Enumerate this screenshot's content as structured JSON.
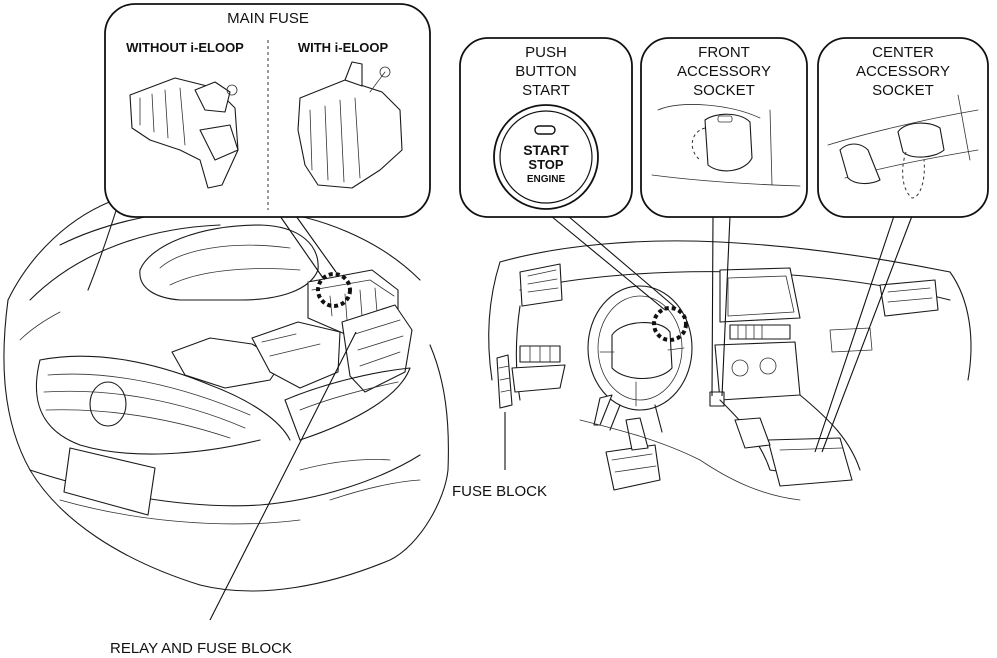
{
  "callouts": {
    "main_fuse": {
      "title": "MAIN FUSE",
      "left_label": "WITHOUT i-ELOOP",
      "right_label": "WITH i-ELOOP"
    },
    "push_button_start": {
      "line1": "PUSH",
      "line2": "BUTTON",
      "line3": "START",
      "button_text": {
        "line1": "START",
        "line2": "STOP",
        "line3": "ENGINE"
      }
    },
    "front_accessory_socket": {
      "line1": "FRONT",
      "line2": "ACCESSORY",
      "line3": "SOCKET"
    },
    "center_accessory_socket": {
      "line1": "CENTER",
      "line2": "ACCESSORY",
      "line3": "SOCKET"
    }
  },
  "labels": {
    "fuse_block": "FUSE BLOCK",
    "relay_and_fuse_block": "RELAY AND FUSE BLOCK"
  }
}
